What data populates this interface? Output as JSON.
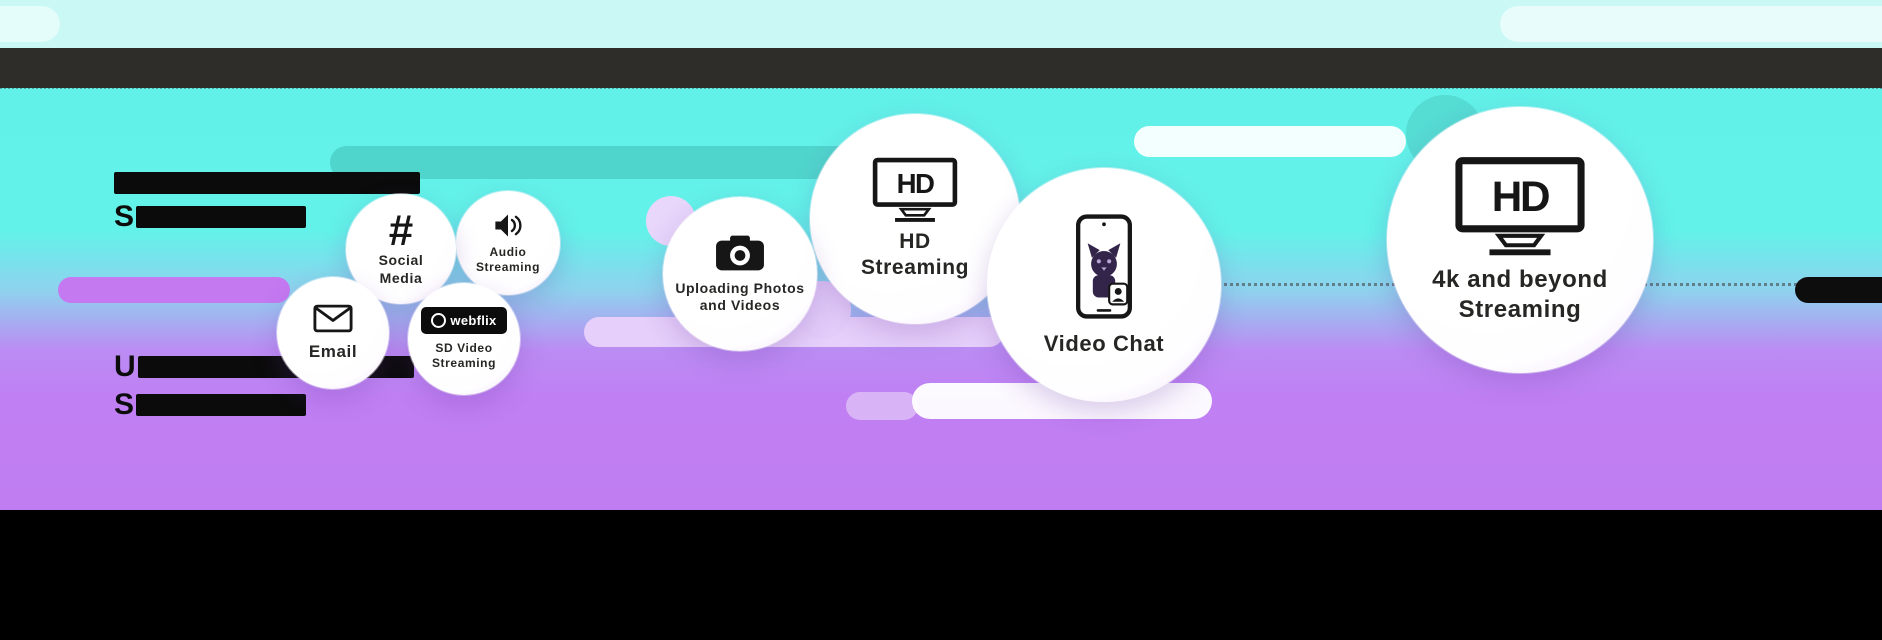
{
  "bubbles": [
    {
      "id": "email",
      "icon": "envelope-icon",
      "label": "Email"
    },
    {
      "id": "social-media",
      "icon": "hashtag-icon",
      "hashtag": "#",
      "label": "Social Media"
    },
    {
      "id": "audio-streaming",
      "icon": "speaker-icon",
      "label": "Audio Streaming"
    },
    {
      "id": "sd-video-streaming",
      "icon": "webflix-logo-icon",
      "logo_text": "webflix",
      "label": "SD Video Streaming"
    },
    {
      "id": "uploading-photos-and-videos",
      "icon": "camera-icon",
      "label": "Uploading Photos and Videos"
    },
    {
      "id": "hd-streaming",
      "icon": "hd-tv-icon",
      "screen_text": "HD",
      "label": "HD Streaming"
    },
    {
      "id": "video-chat",
      "icon": "video-chat-phone-icon",
      "label": "Video Chat"
    },
    {
      "id": "4k-and-beyond-streaming",
      "icon": "hd-tv-icon",
      "screen_text": "HD",
      "label": "4k and beyond Streaming"
    }
  ],
  "redacted_text": {
    "block1": {
      "line2_letter": "S"
    },
    "block2": {
      "line1_letter": "U",
      "line2_letter": "S"
    }
  },
  "colors": {
    "cyan_background": "#63f2e9",
    "purple_background": "#c07ff3",
    "top_strip": "#c9f8f5",
    "header_bar": "#2e2d29",
    "footer_band": "#000000",
    "teal_pill": "#50d5cc",
    "purple_pill": "#c479f1",
    "lavender_pill": "#e6cffa",
    "bubble_fill": "#ffffff"
  }
}
